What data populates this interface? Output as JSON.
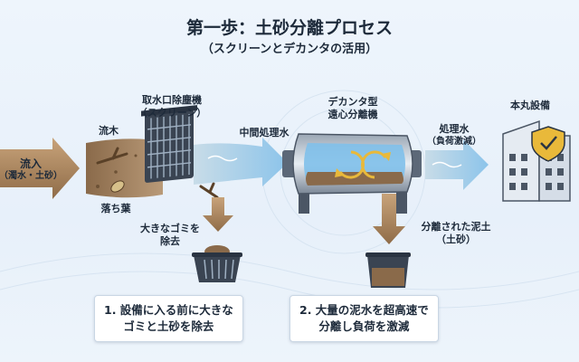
{
  "title": "第一歩：土砂分離プロセス",
  "subtitle": "（スクリーンとデカンタの活用）",
  "inflow": {
    "label": "流入",
    "sub": "（濁水・土砂）"
  },
  "screen": {
    "label": "取水口除塵機",
    "sub": "（スクリーン）"
  },
  "driftwood": "流木",
  "leaves": "落ち葉",
  "big_debris": {
    "line1": "大きなゴミを",
    "line2": "除去"
  },
  "intermediate_water": "中間処理水",
  "decanter": {
    "label": "デカンタ型",
    "sub": "遠心分離機"
  },
  "treated_water": {
    "label": "処理水",
    "sub": "（負荷激減）"
  },
  "facility": "本丸設備",
  "separated_soil": {
    "label": "分離された泥土",
    "sub": "（土砂）"
  },
  "steps": [
    {
      "line1": "1. 設備に入る前に大きな",
      "line2": "ゴミと土砂を除去"
    },
    {
      "line1": "2. 大量の泥水を超高速で",
      "line2": "分離し負荷を激減"
    }
  ],
  "colors": {
    "arrow_brown": "#a8845c",
    "water": "#8cc4ea",
    "mud": "#8a6a4a",
    "dark": "#2a3442",
    "shield": "#e9b93a"
  },
  "icons": [
    "driftwood-icon",
    "leaf-icon",
    "screen-grate-icon",
    "basket-icon",
    "decanter-icon",
    "rotation-arrows-icon",
    "building-icon",
    "shield-check-icon",
    "mud-bin-icon"
  ]
}
